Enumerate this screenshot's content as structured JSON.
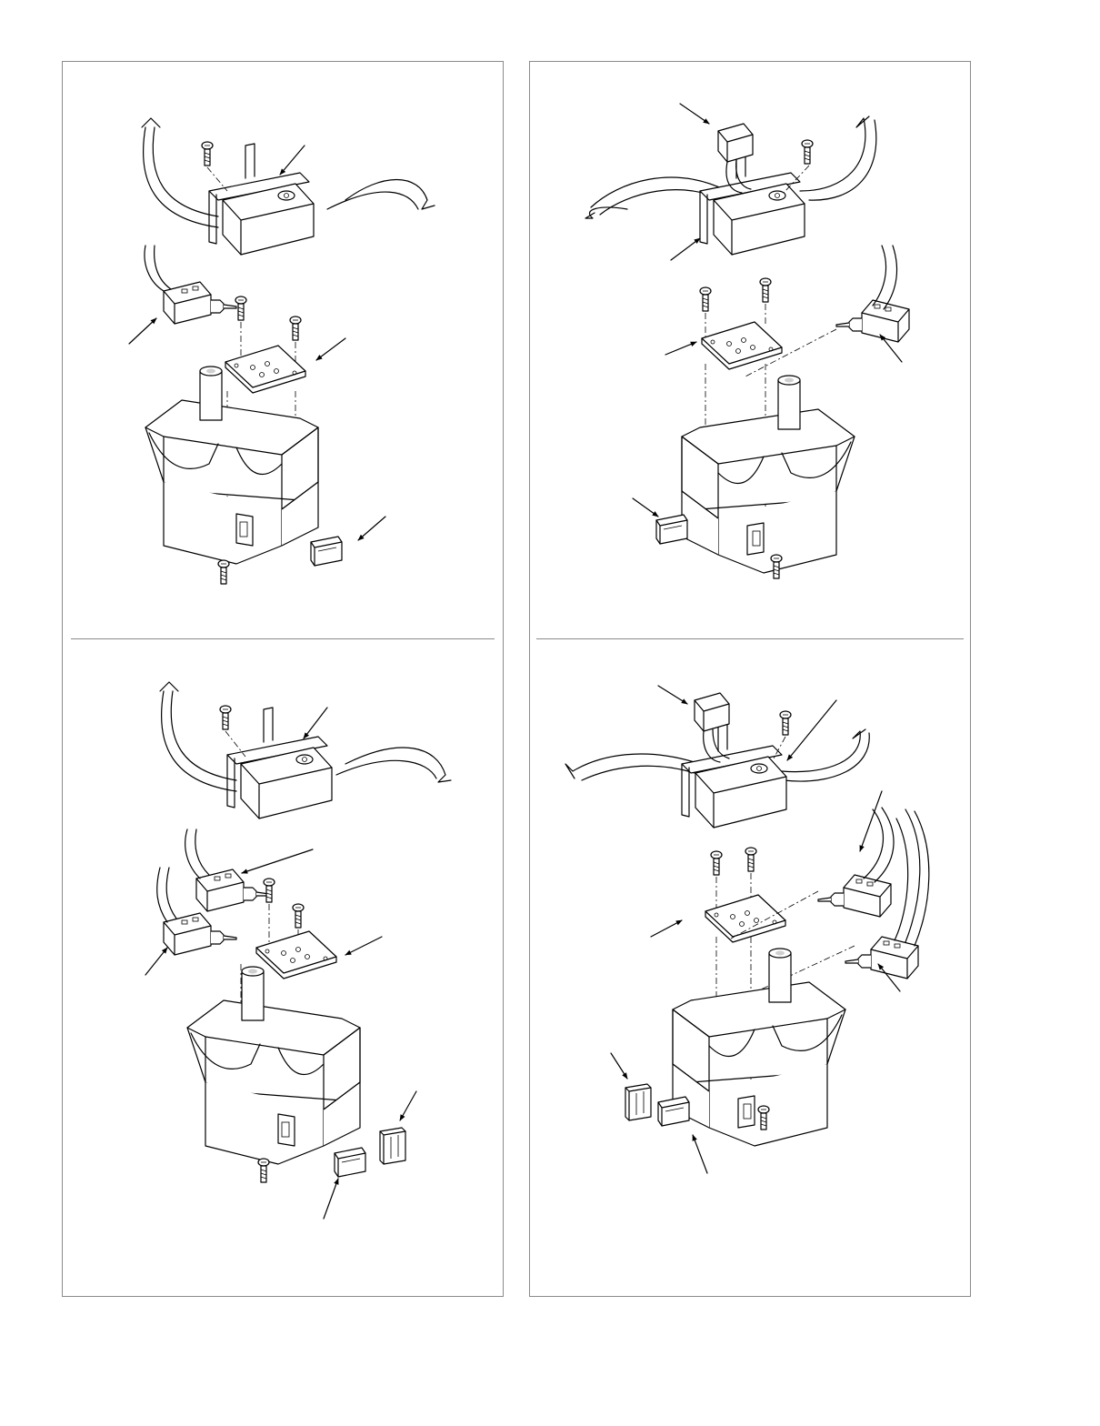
{
  "figure": {
    "text_labels": [],
    "panels": [
      {
        "id": "top-left",
        "parts": [
          "wiring-harness",
          "switch-bracket",
          "switch",
          "mounting-plate",
          "housing",
          "cap",
          "screw"
        ]
      },
      {
        "id": "top-right",
        "parts": [
          "connector",
          "switch-bracket",
          "mounting-plate",
          "switch",
          "housing",
          "cap",
          "screw"
        ]
      },
      {
        "id": "bottom-left",
        "parts": [
          "wiring-harness",
          "switch-bracket",
          "switch",
          "switch",
          "mounting-plate",
          "housing",
          "cap",
          "cap",
          "screw"
        ]
      },
      {
        "id": "bottom-right",
        "parts": [
          "connector",
          "switch-bracket",
          "switch",
          "switch",
          "mounting-plate",
          "housing",
          "cap",
          "cap",
          "screw"
        ]
      }
    ],
    "colors": {
      "line": "#000000",
      "frame": "#8a8a8a",
      "shade": "#cfcfcf",
      "background": "#ffffff"
    }
  }
}
